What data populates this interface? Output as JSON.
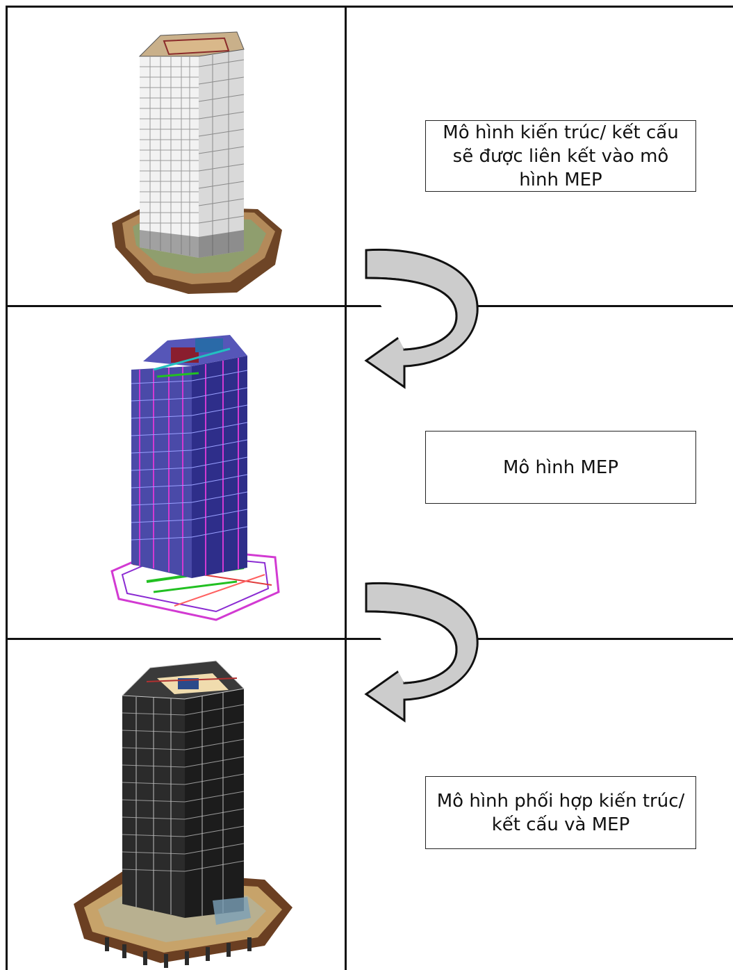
{
  "rows": [
    {
      "image_icon": "architecture-building-model-icon",
      "label": "Mô hình kiến trúc/ kết cấu sẽ được liên kết vào mô hình MEP"
    },
    {
      "image_icon": "mep-model-building-icon",
      "label": "Mô hình MEP"
    },
    {
      "image_icon": "combined-building-model-icon",
      "label": "Mô hình phối hợp kiến trúc/ kết cấu và MEP"
    }
  ],
  "arrows": [
    {
      "icon": "curved-arrow-left-icon"
    },
    {
      "icon": "curved-arrow-left-icon"
    }
  ],
  "colors": {
    "grid": "#111111",
    "arrow_fill": "#cccccc",
    "base_brown": "#7a4a2a",
    "mep_blue": "#3a3a9e",
    "mep_magenta": "#d23ad2",
    "dark_facade": "#2b2b2b",
    "light_facade": "#f1f1f1"
  }
}
